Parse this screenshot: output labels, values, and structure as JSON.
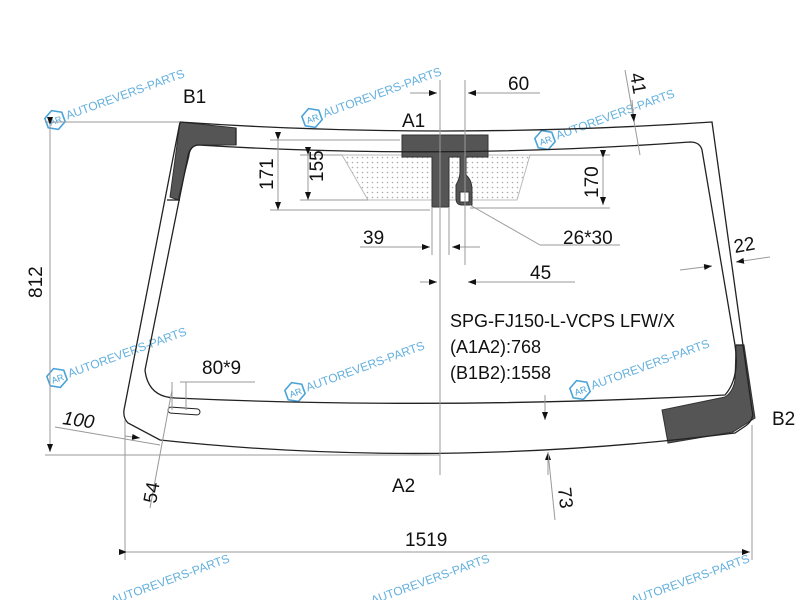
{
  "watermark": {
    "text": "AUTOREVERS-PARTS",
    "logo": "AR",
    "color": "#4aa3d8"
  },
  "points": {
    "b1": "B1",
    "a1": "A1",
    "b2": "B2",
    "a2": "A2"
  },
  "dimensions": {
    "d60": "60",
    "d41": "41",
    "d171": "171",
    "d155": "155",
    "d170": "170",
    "d39": "39",
    "d2630": "26*30",
    "d45": "45",
    "d22": "22",
    "d812": "812",
    "d809": "80*9",
    "d100": "100",
    "d54": "54",
    "d73": "73",
    "d1519": "1519"
  },
  "spec": {
    "code": "SPG-FJ150-L-VCPS LFW/X",
    "a1a2": "(A1A2):768",
    "b1b2": "(B1B2):1558"
  }
}
